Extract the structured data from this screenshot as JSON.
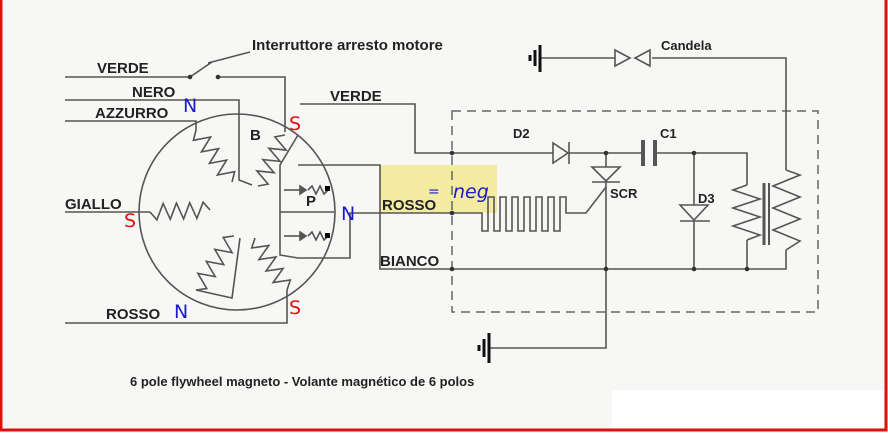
{
  "title": "Interruttore arresto motore",
  "caption": "6 pole flywheel magneto - Volante magnético de 6 polos",
  "wires": {
    "verde_left": "VERDE",
    "nero": "NERO",
    "azzurro": "AZZURRO",
    "giallo": "GIALLO",
    "rosso_left": "ROSSO",
    "verde_right": "VERDE",
    "rosso_right": "ROSSO",
    "bianco": "BIANCO"
  },
  "components": {
    "b": "B",
    "p": "P",
    "d2": "D2",
    "c1": "C1",
    "scr": "SCR",
    "d3": "D3",
    "candela": "Candela"
  },
  "annotations": {
    "poles": [
      {
        "label": "N",
        "color": "#1a1acc"
      },
      {
        "label": "S",
        "color": "#e01010"
      },
      {
        "label": "S",
        "color": "#e01010"
      },
      {
        "label": "N",
        "color": "#1a1acc"
      },
      {
        "label": "N",
        "color": "#1a1acc"
      },
      {
        "label": "S",
        "color": "#e01010"
      }
    ],
    "equals": "=",
    "neg": "neg",
    "highlight_color": "#f3eba0"
  },
  "colors": {
    "frame": "#e01010",
    "wire": "#555555"
  }
}
